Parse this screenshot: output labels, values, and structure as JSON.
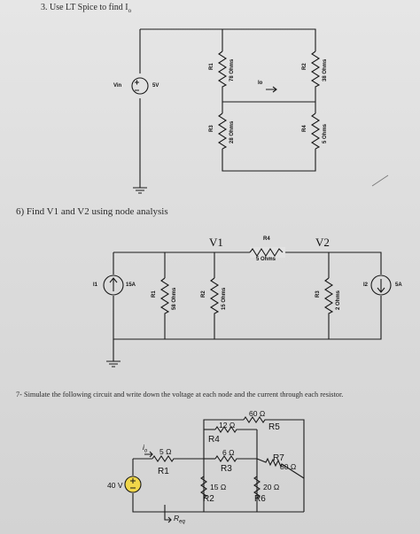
{
  "problem3": {
    "title": "3.  Use LT Spice to find I",
    "title_sub": "o",
    "source_name": "Vin",
    "source_value": "5V",
    "current_label": "Io",
    "resistors": [
      {
        "name": "R1",
        "value": "78 Ohms"
      },
      {
        "name": "R2",
        "value": "38 Ohms"
      },
      {
        "name": "R3",
        "value": "28 Ohms"
      },
      {
        "name": "R4",
        "value": "5 Ohms"
      }
    ]
  },
  "problem6": {
    "title": "6)   Find V1 and V2 using node analysis",
    "node_v1": "V1",
    "node_v2": "V2",
    "sources": [
      {
        "name": "I1",
        "value": "15A"
      },
      {
        "name": "I2",
        "value": "5A"
      }
    ],
    "resistors": [
      {
        "name": "R1",
        "value": "58 Ohms"
      },
      {
        "name": "R2",
        "value": "15 Ohms"
      },
      {
        "name": "R4",
        "value": "5 Ohms"
      },
      {
        "name": "R3",
        "value": "2 Ohms"
      }
    ]
  },
  "problem7": {
    "title": "7- Simulate the following circuit and write down the voltage at each node and the current through each resistor.",
    "source_value": "40 V",
    "current_label": "i",
    "current_sub": "o",
    "req_label": "R",
    "req_sub": "eq",
    "resistors": [
      {
        "name": "R1",
        "value": "5 Ω"
      },
      {
        "name": "R2",
        "value": "15 Ω"
      },
      {
        "name": "R3",
        "value": "6 Ω"
      },
      {
        "name": "R4",
        "value": "12 Ω"
      },
      {
        "name": "R5",
        "value": "60 Ω"
      },
      {
        "name": "R6",
        "value": "20 Ω"
      },
      {
        "name": "R7",
        "value": "80 Ω"
      }
    ]
  }
}
